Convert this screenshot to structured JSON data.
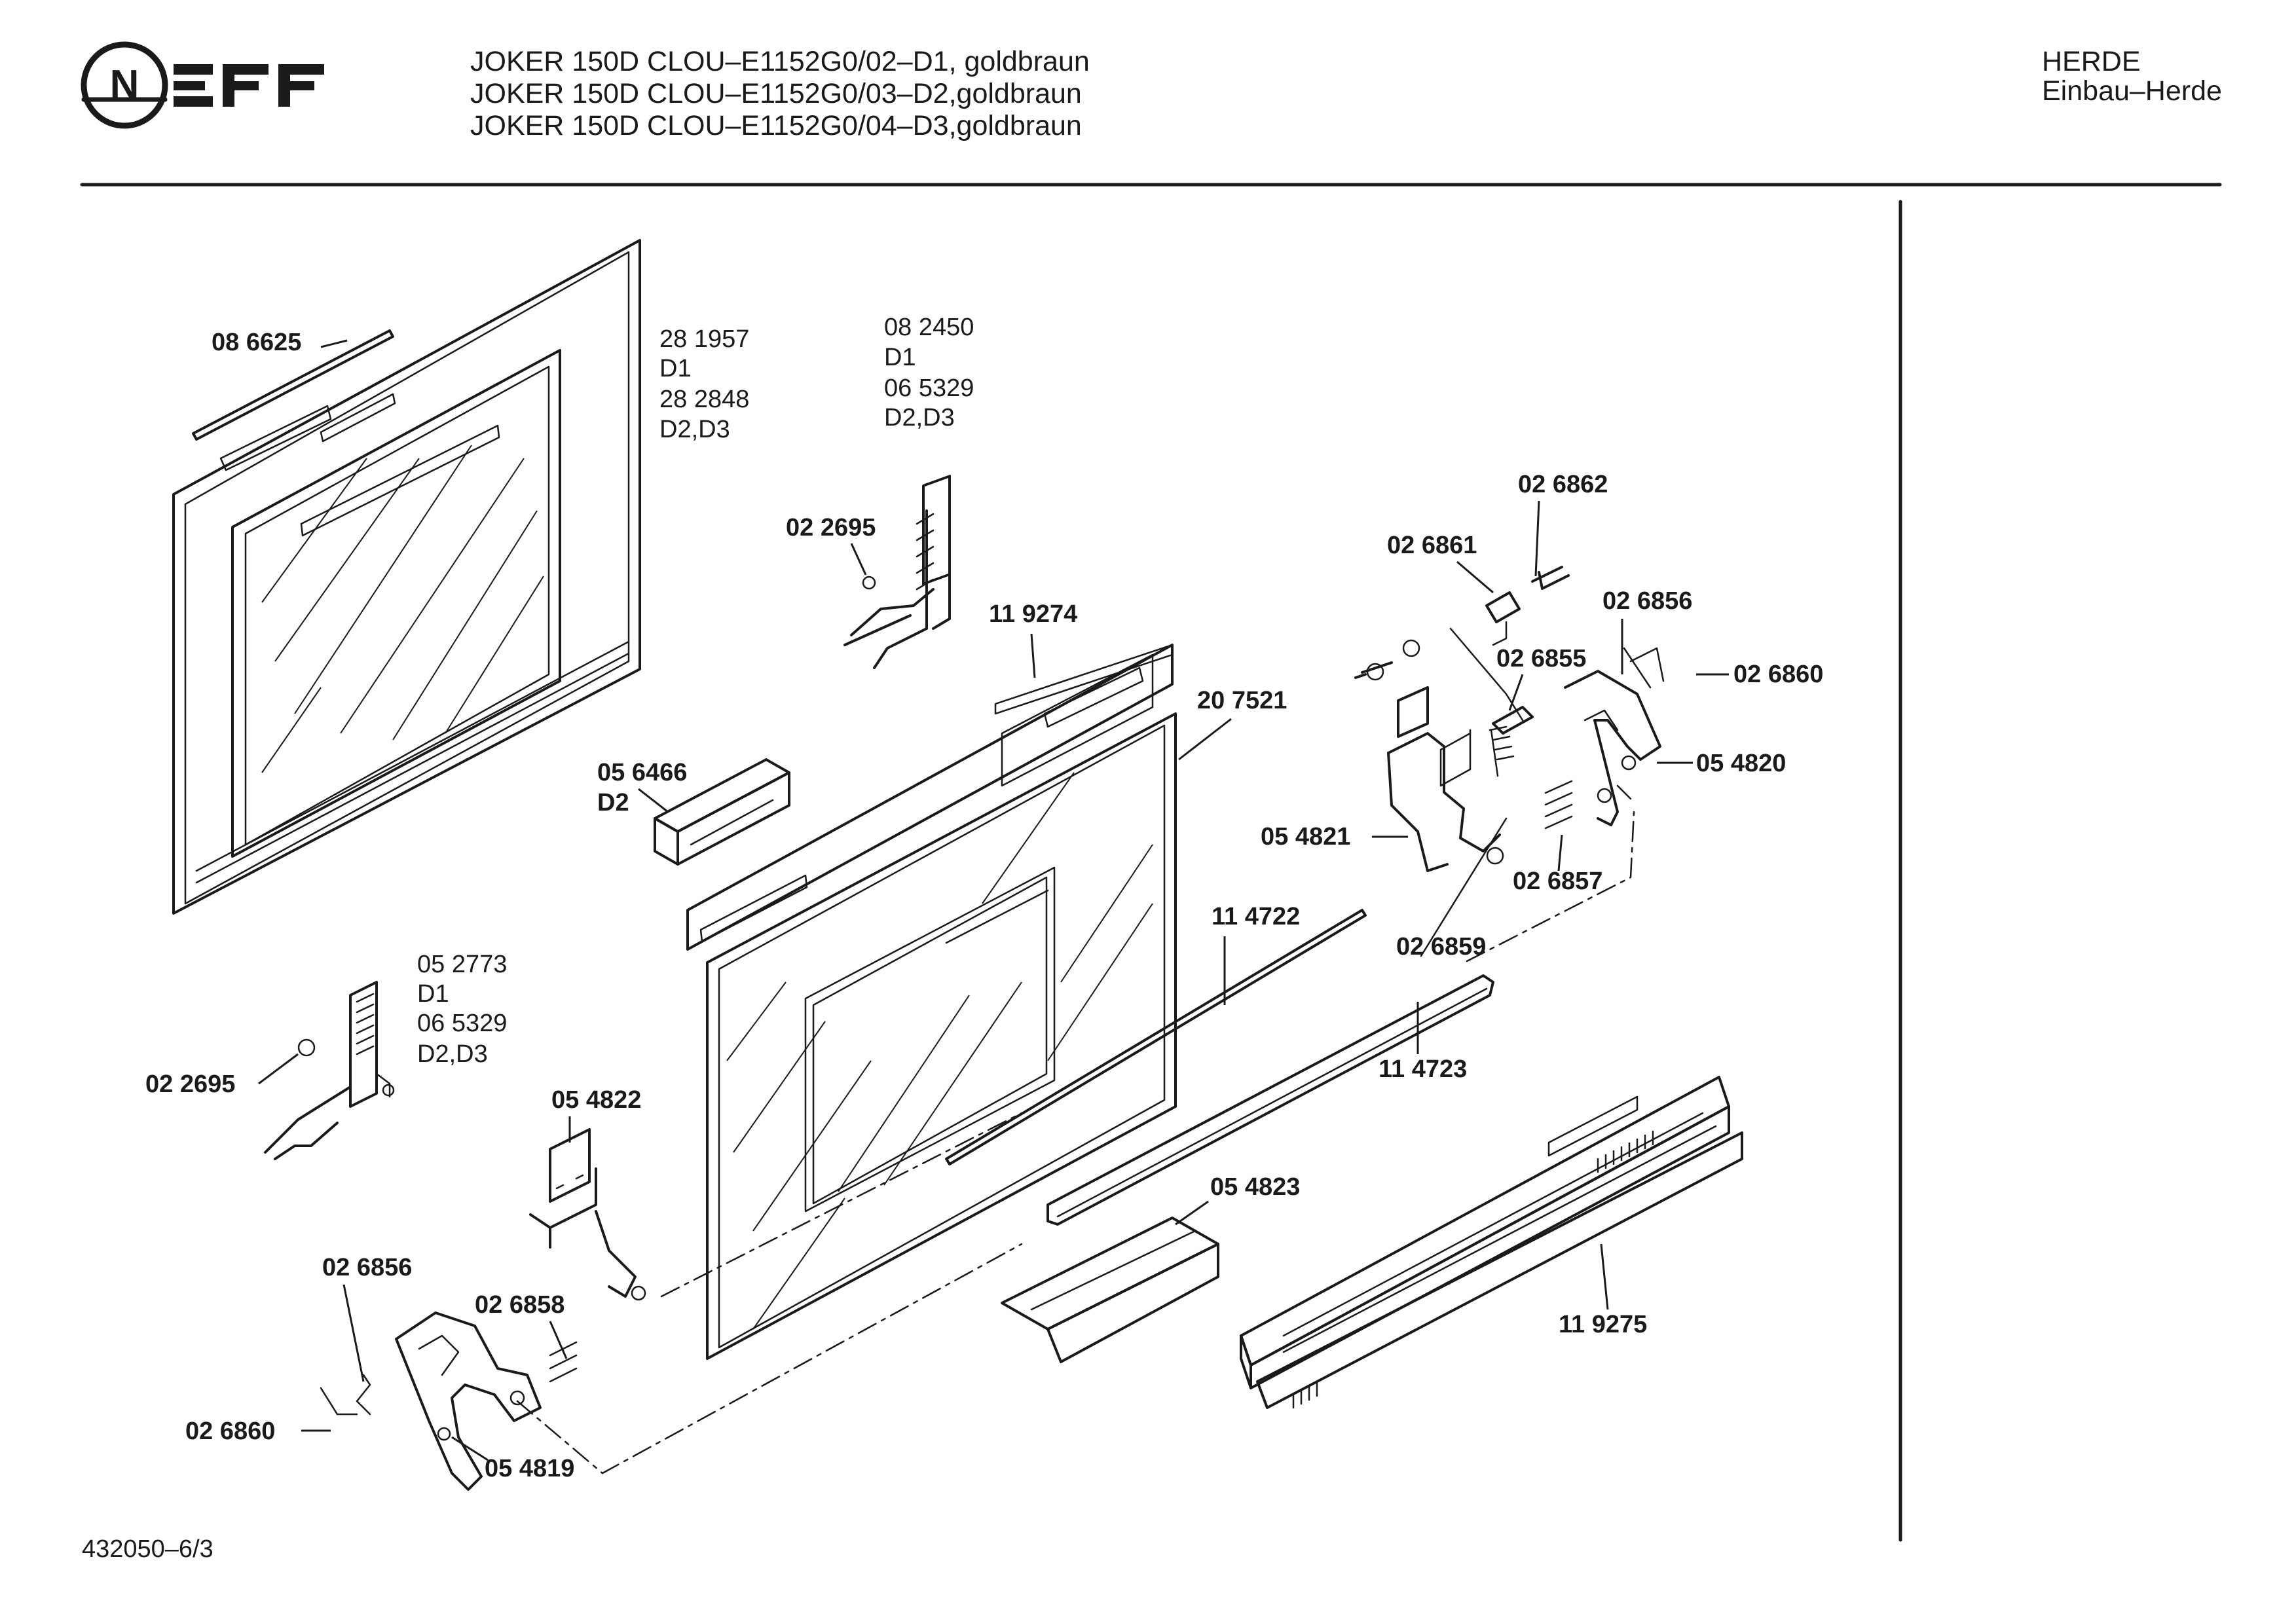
{
  "header": {
    "title_lines": [
      "JOKER 150D CLOU–E1152G0/02–D1, goldbraun",
      "JOKER 150D CLOU–E1152G0/03–D2,goldbraun",
      "JOKER 150D CLOU–E1152G0/04–D3,goldbraun"
    ],
    "category": "HERDE",
    "subcategory": "Einbau–Herde",
    "brand": "NEFF"
  },
  "footer": {
    "drawing_number": "432050–6/3"
  },
  "parts": {
    "p086625": "08 6625",
    "p281957": "28 1957",
    "p281957_var": "D1",
    "p282848": "28 2848",
    "p282848_var": "D2,D3",
    "p082450": "08 2450",
    "p082450_var": "D1",
    "p065329_top": "06 5329",
    "p065329_top_var": "D2,D3",
    "p022695_top": "02 2695",
    "p119274": "11 9274",
    "p207521": "20 7521",
    "p056466": "05 6466",
    "p056466_var": "D2",
    "p026862": "02 6862",
    "p026861": "02 6861",
    "p026856_right": "02 6856",
    "p026855": "02 6855",
    "p026860_right": "02 6860",
    "p054820": "05 4820",
    "p054821": "05 4821",
    "p026857": "02 6857",
    "p026859": "02 6859",
    "p114722": "11 4722",
    "p114723": "11 4723",
    "p052773": "05 2773",
    "p052773_var": "D1",
    "p065329_left": "06 5329",
    "p065329_left_var": "D2,D3",
    "p022695_left": "02 2695",
    "p054822": "05 4822",
    "p054823": "05 4823",
    "p026856_left": "02 6856",
    "p026858": "02 6858",
    "p026860_left": "02 6860",
    "p054819": "05 4819",
    "p119275": "11 9275"
  }
}
